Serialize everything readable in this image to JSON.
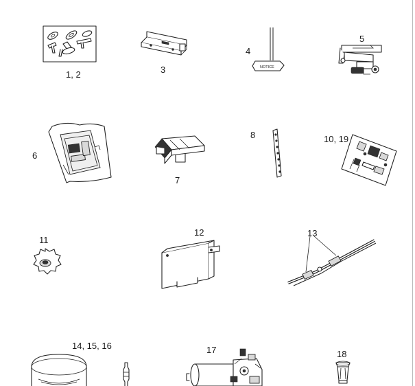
{
  "parts": [
    {
      "name": "chain-link-kit",
      "label": "1, 2"
    },
    {
      "name": "mounting-bracket",
      "label": "3"
    },
    {
      "name": "notice-handle",
      "label": "4",
      "tag_text": "NOTICE"
    },
    {
      "name": "trolley",
      "label": "5"
    },
    {
      "name": "circuit-board-bag",
      "label": "6"
    },
    {
      "name": "connector-block",
      "label": "7"
    },
    {
      "name": "perforated-strap",
      "label": "8"
    },
    {
      "name": "control-board",
      "label": "10, 19"
    },
    {
      "name": "drive-sprocket",
      "label": "11"
    },
    {
      "name": "cover-bracket",
      "label": "12"
    },
    {
      "name": "wire-harness",
      "label": "13"
    },
    {
      "name": "light-assembly",
      "label": "14, 15, 16"
    },
    {
      "name": "motor",
      "label": "17"
    },
    {
      "name": "light-socket",
      "label": "18"
    }
  ]
}
